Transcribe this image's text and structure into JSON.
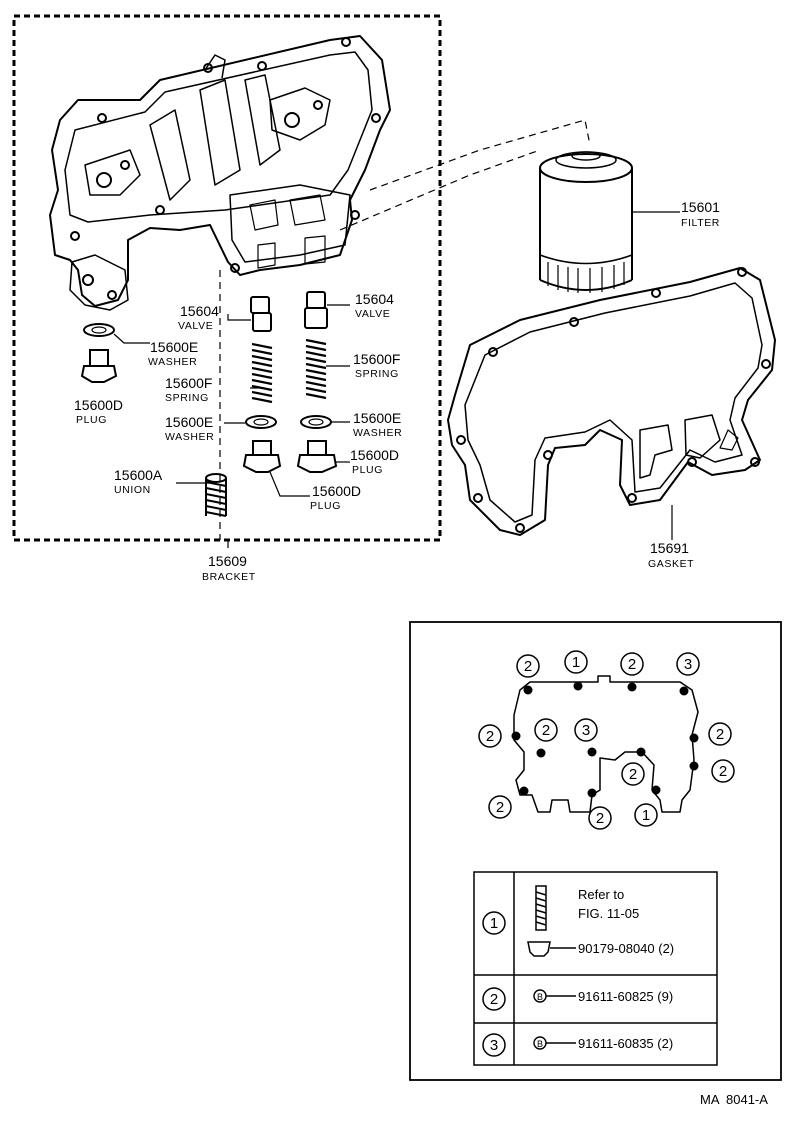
{
  "parts": {
    "filter": {
      "number": "15601",
      "name": "FILTER"
    },
    "gasket": {
      "number": "15691",
      "name": "GASKET"
    },
    "bracket": {
      "number": "15609",
      "name": "BRACKET"
    },
    "valve_left": {
      "number": "15604",
      "name": "VALVE"
    },
    "valve_right": {
      "number": "15604",
      "name": "VALVE"
    },
    "washer_top": {
      "number": "15600E",
      "name": "WASHER"
    },
    "plug_top": {
      "number": "15600D",
      "name": "PLUG"
    },
    "spring_left": {
      "number": "15600F",
      "name": "SPRING"
    },
    "spring_right": {
      "number": "15600F",
      "name": "SPRING"
    },
    "washer_left": {
      "number": "15600E",
      "name": "WASHER"
    },
    "washer_right": {
      "number": "15600E",
      "name": "WASHER"
    },
    "plug_right": {
      "number": "15600D",
      "name": "PLUG"
    },
    "plug_bottom": {
      "number": "15600D",
      "name": "PLUG"
    },
    "union": {
      "number": "15600A",
      "name": "UNION"
    }
  },
  "bolt_diagram": {
    "markers": [
      "2",
      "1",
      "2",
      "3",
      "2",
      "2",
      "3",
      "2",
      "2",
      "2",
      "2",
      "2",
      "1"
    ]
  },
  "bolt_table": {
    "rows": [
      {
        "key": "1",
        "refer_line1": "Refer to",
        "refer_line2": "FIG. 11-05",
        "part": "90179-08040 (2)"
      },
      {
        "key": "2",
        "badge": "B",
        "part": "91611-60825 (9)"
      },
      {
        "key": "3",
        "badge": "B",
        "part": "91611-60835 (2)"
      }
    ]
  },
  "figure_code": "MA  8041-A"
}
